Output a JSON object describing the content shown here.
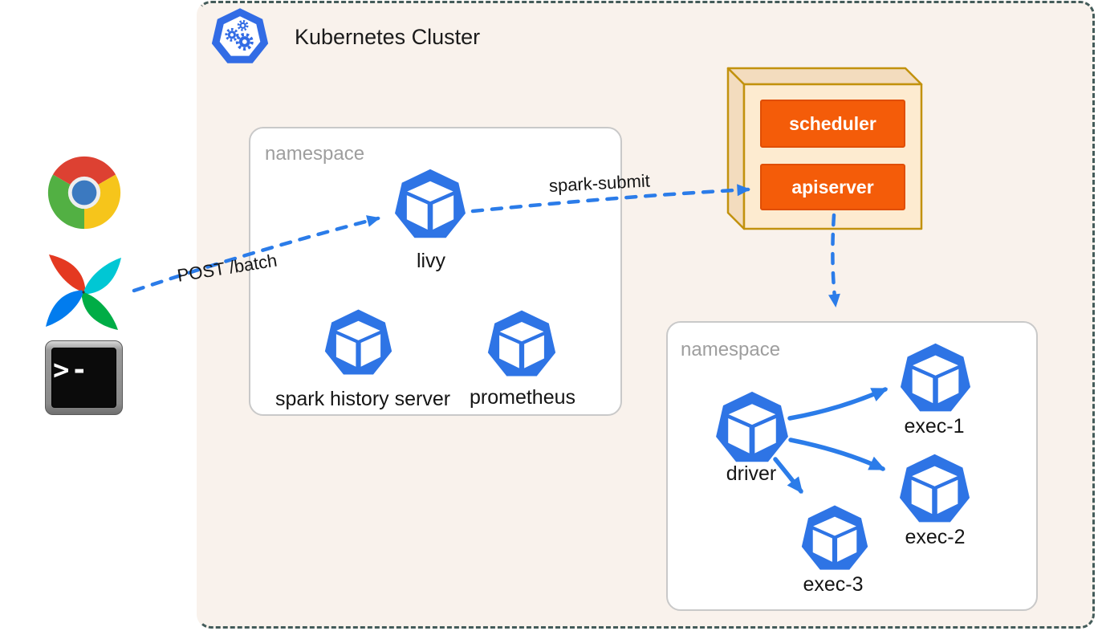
{
  "cluster": {
    "title": "Kubernetes Cluster"
  },
  "source_icons": [
    {
      "name": "chrome-browser"
    },
    {
      "name": "apache-airflow"
    },
    {
      "name": "terminal",
      "prompt": ">-"
    }
  ],
  "namespaces": [
    {
      "label": "namespace",
      "pods": [
        {
          "label": "livy"
        },
        {
          "label": "spark history server"
        },
        {
          "label": "prometheus"
        }
      ]
    },
    {
      "label": "namespace",
      "pods": [
        {
          "label": "driver"
        },
        {
          "label": "exec-1"
        },
        {
          "label": "exec-2"
        },
        {
          "label": "exec-3"
        }
      ]
    }
  ],
  "control_plane": {
    "components": [
      {
        "label": "scheduler"
      },
      {
        "label": "apiserver"
      }
    ]
  },
  "edges": [
    {
      "from": "airflow-client",
      "to": "livy",
      "label": "POST /batch",
      "style": "dashed"
    },
    {
      "from": "livy",
      "to": "apiserver",
      "label": "spark-submit",
      "style": "dashed"
    },
    {
      "from": "apiserver",
      "to": "spark-namespace",
      "label": "",
      "style": "dashed"
    },
    {
      "from": "driver",
      "to": "exec-1",
      "label": "",
      "style": "solid"
    },
    {
      "from": "driver",
      "to": "exec-2",
      "label": "",
      "style": "solid"
    },
    {
      "from": "driver",
      "to": "exec-3",
      "label": "",
      "style": "solid"
    }
  ],
  "colors": {
    "k8s_blue": "#326CE5",
    "pod_blue": "#2e74e5",
    "arrow_blue": "#2b7ce9",
    "cluster_bg": "#f9f2ec",
    "cluster_border": "#445c5a",
    "namespace_bg": "#ffffff",
    "namespace_border": "#c9c9c9",
    "namespace_label": "#9e9e9e",
    "control_plane_front": "#fdebd0",
    "control_plane_side": "#f3dcbe",
    "control_plane_border": "#c2920e",
    "component_fill": "#f45c09",
    "component_border": "#e04e04",
    "component_text": "#ffffff",
    "text": "#1b1b1b"
  }
}
